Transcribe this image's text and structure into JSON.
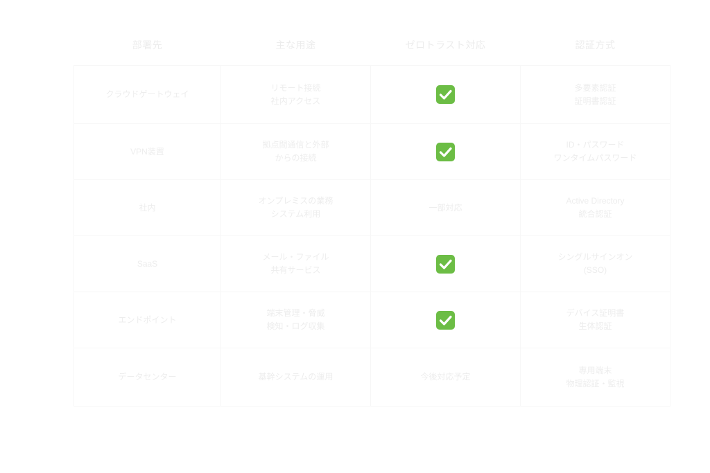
{
  "table": {
    "headers": [
      "部署先",
      "主な用途",
      "ゼロトラスト対応",
      "認証方式"
    ],
    "rows": [
      {
        "name": "クラウドゲートウェイ",
        "usage": "リモート接続\n社内アクセス",
        "check": true,
        "status": "",
        "auth": "多要素認証\n証明書認証"
      },
      {
        "name": "VPN装置",
        "usage": "拠点間通信と外部\nからの接続",
        "check": true,
        "status": "",
        "auth": "ID・パスワード\nワンタイムパスワード"
      },
      {
        "name": "社内",
        "usage": "オンプレミスの業務\nシステム利用",
        "check": false,
        "status": "一部対応",
        "auth": "Active Directory\n統合認証"
      },
      {
        "name": "SaaS",
        "usage": "メール・ファイル\n共有サービス",
        "check": true,
        "status": "",
        "auth": "シングルサインオン\n(SSO)"
      },
      {
        "name": "エンドポイント",
        "usage": "端末管理・脅威\n検知・ログ収集",
        "check": true,
        "status": "",
        "auth": "デバイス証明書\n生体認証"
      },
      {
        "name": "データセンター",
        "usage": "基幹システムの運用",
        "check": false,
        "status": "今後対応予定",
        "auth": "専用端末\n物理認証・監視"
      }
    ]
  },
  "colors": {
    "check": "#6cbd45",
    "text": "#ededed",
    "border": "#f7f7f7"
  },
  "icons": {
    "check": "check-mark-button-icon"
  }
}
